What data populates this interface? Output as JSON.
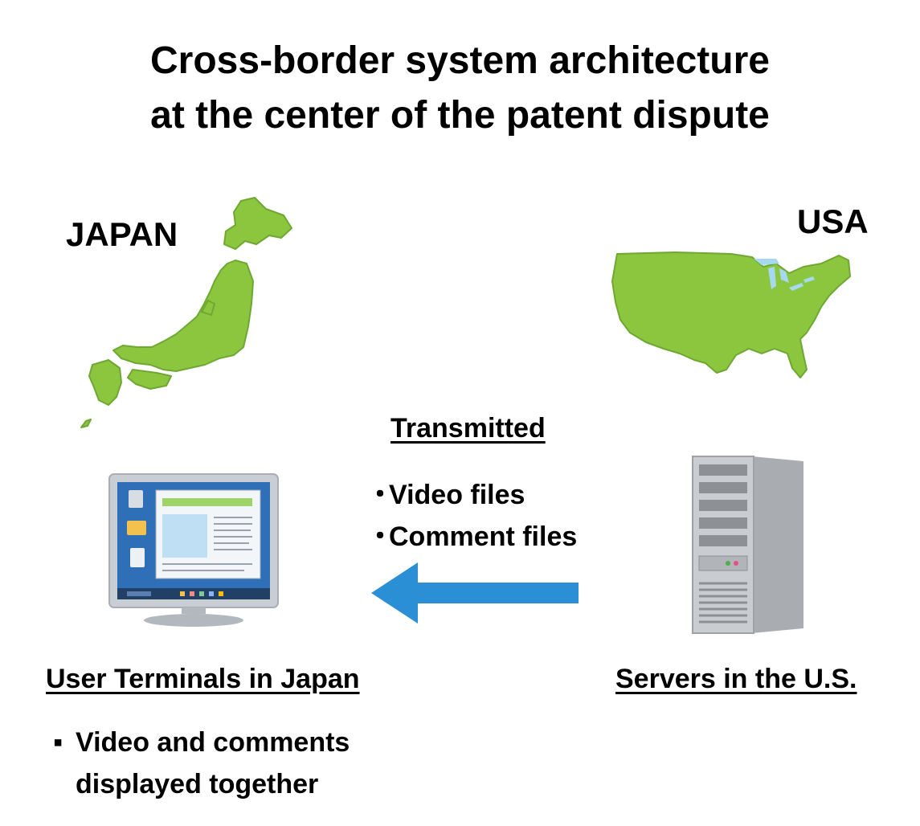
{
  "title": {
    "line1": "Cross-border system architecture",
    "line2": "at the center of the patent dispute"
  },
  "japan": {
    "label": "JAPAN"
  },
  "usa": {
    "label": "USA"
  },
  "transmitted": {
    "heading": "Transmitted",
    "items": [
      "Video files",
      "Comment files"
    ]
  },
  "terminal": {
    "heading": "User Terminals in Japan",
    "description_line1": "Video and comments",
    "description_line2": "displayed together"
  },
  "server": {
    "heading": "Servers in the U.S."
  },
  "bullets": {
    "middle": "・",
    "square": "▪"
  },
  "colors": {
    "map_green": "#8cc63f",
    "map_outline": "#6ea832",
    "lake_blue": "#a6d8f0",
    "arrow_blue": "#2b8fd6",
    "monitor_frame": "#c9ced4",
    "screen_blue": "#2e6fb7",
    "server_gray": "#b9bcc0"
  }
}
